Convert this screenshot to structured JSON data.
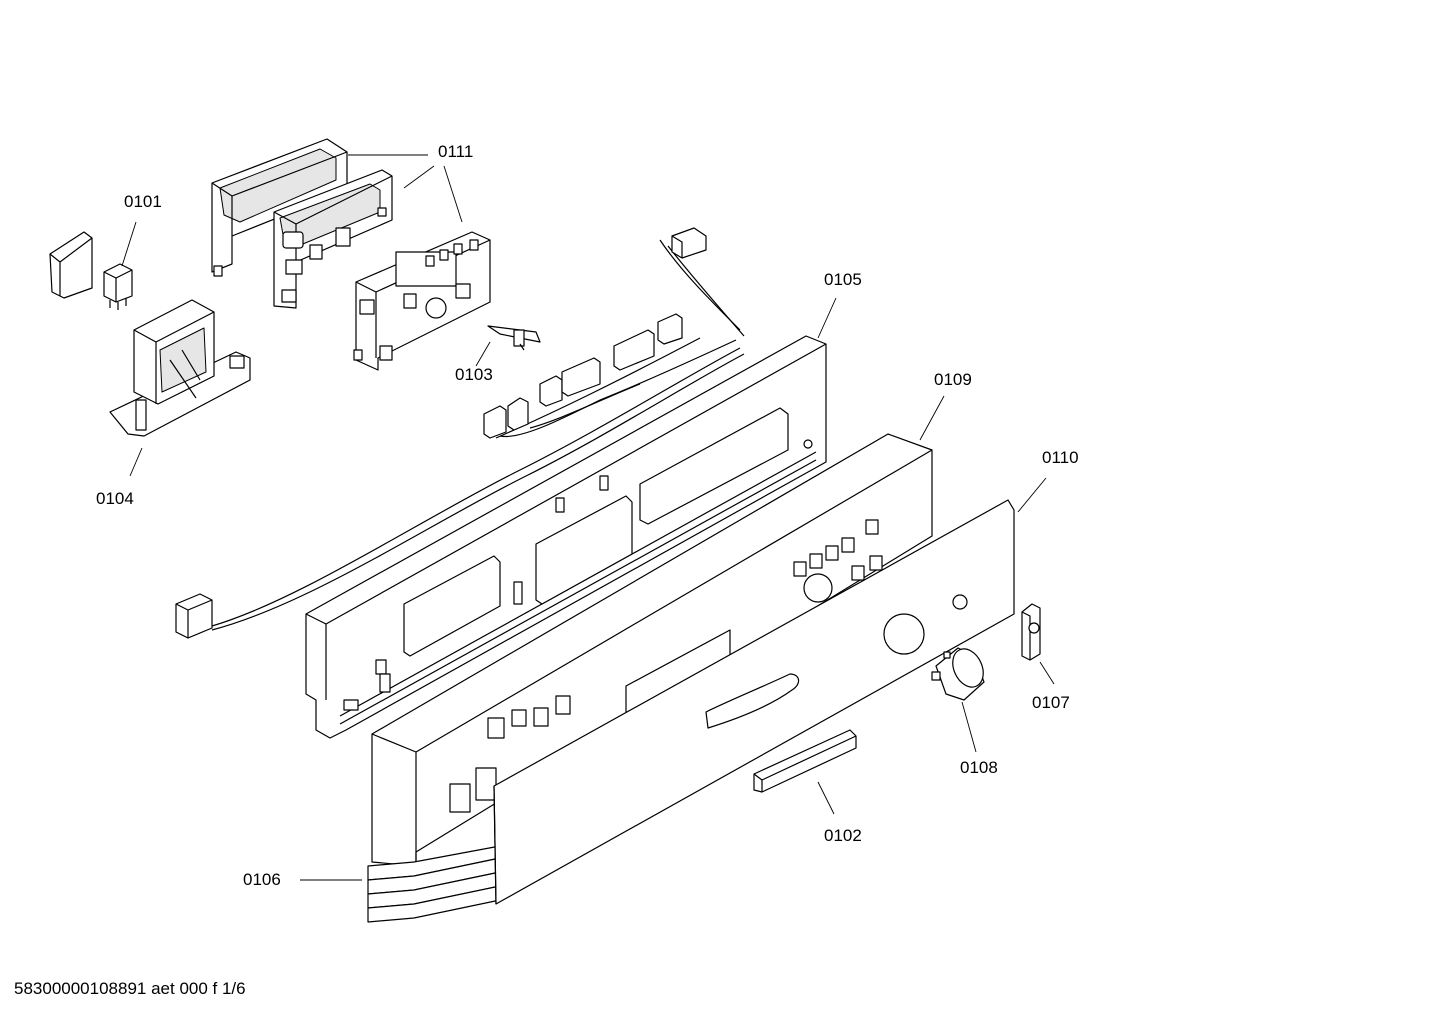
{
  "labels": {
    "p0101": "0101",
    "p0102": "0102",
    "p0103": "0103",
    "p0104": "0104",
    "p0105": "0105",
    "p0106": "0106",
    "p0107": "0107",
    "p0108": "0108",
    "p0109": "0109",
    "p0110": "0110",
    "p0111": "0111"
  },
  "footer": "58300000108891 aet 000 f 1/6"
}
